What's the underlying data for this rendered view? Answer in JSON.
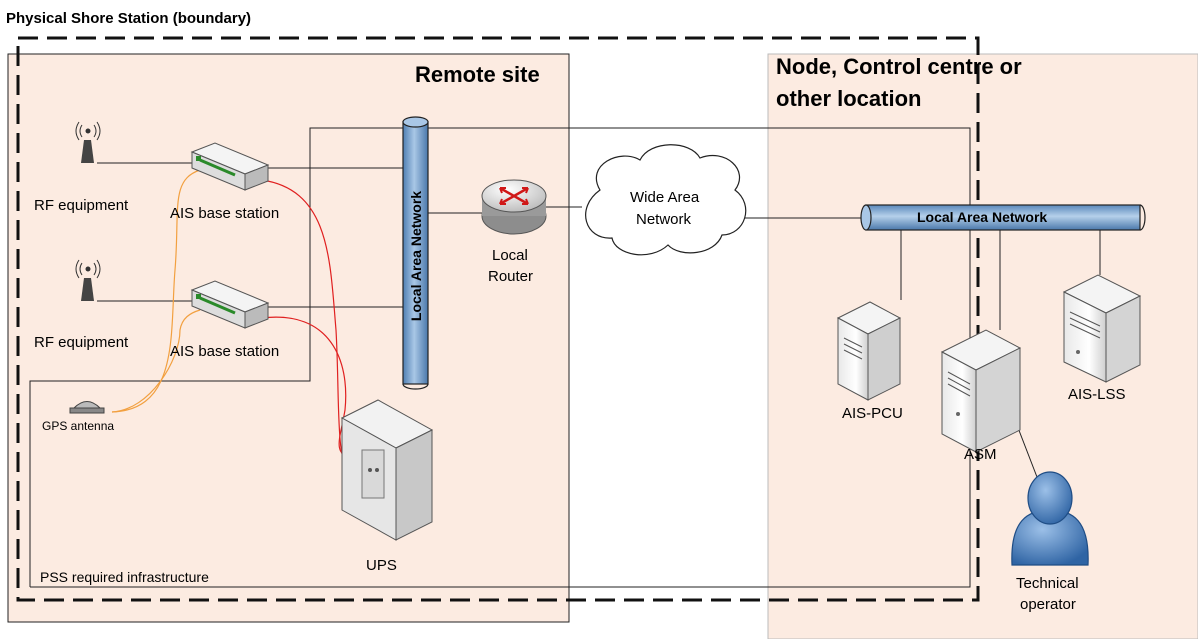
{
  "boundary_label": "Physical Shore Station (boundary)",
  "remote_site": {
    "title": "Remote site"
  },
  "node_site": {
    "title_line1": "Node, Control centre or",
    "title_line2": "other location"
  },
  "pss_infrastructure_label": "PSS required infrastructure",
  "rf_equipment_1": "RF equipment",
  "rf_equipment_2": "RF equipment",
  "ais_base_station_1": "AIS base station",
  "ais_base_station_2": "AIS base station",
  "gps_antenna": "GPS antenna",
  "lan_remote": "Local Area Network",
  "router": {
    "line1": "Local",
    "line2": "Router"
  },
  "wan": {
    "line1": "Wide Area",
    "line2": "Network"
  },
  "lan_node": "Local Area Network",
  "ups": "UPS",
  "ais_pcu": "AIS-PCU",
  "asm": "ASM",
  "ais_lss": "AIS-LSS",
  "operator": {
    "line1": "Technical",
    "line2": "operator"
  },
  "colors": {
    "site_fill": "#fcebe1",
    "lan_fill": "#7ea6cf",
    "power_line": "#e02020",
    "gps_line": "#f2a040",
    "operator_fill": "#4f86c6"
  }
}
